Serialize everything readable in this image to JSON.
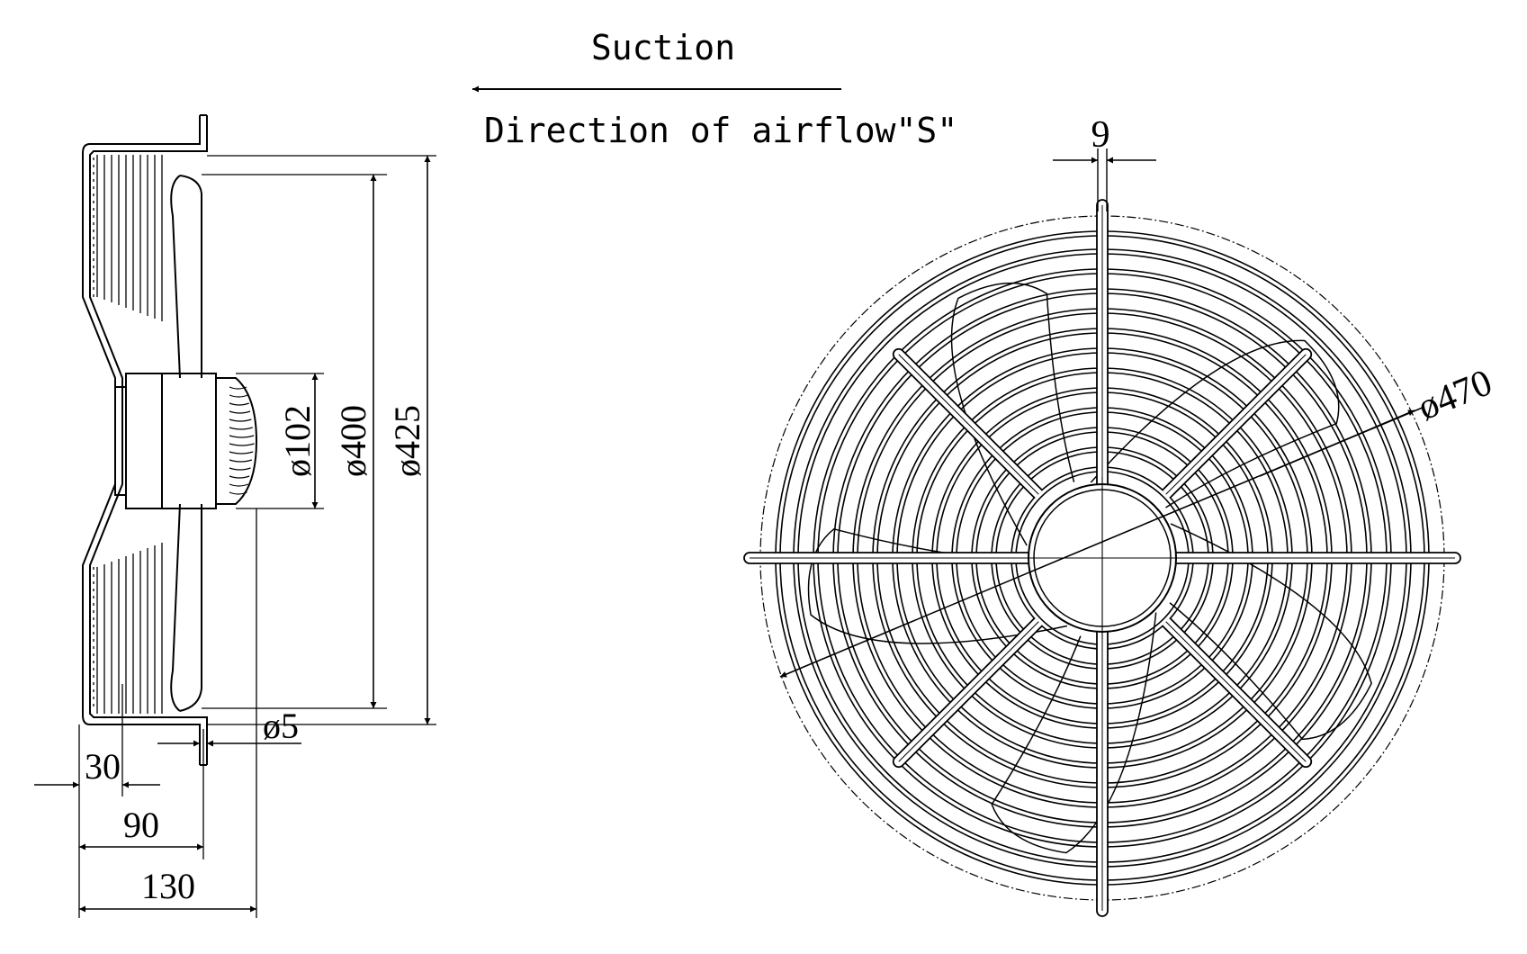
{
  "header": {
    "suction": "Suction",
    "direction": "Direction of airflow\"S\""
  },
  "side_view": {
    "dims": {
      "hub_diameter": "ø102",
      "blade_diameter": "ø400",
      "guard_diameter": "ø425",
      "hole_diameter": "ø5",
      "depth_30": "30",
      "depth_90": "90",
      "depth_130": "130"
    }
  },
  "front_view": {
    "dims": {
      "rib_width": "9",
      "outer_diameter": "ø470"
    }
  },
  "colors": {
    "line": "#000000",
    "background": "#ffffff"
  }
}
